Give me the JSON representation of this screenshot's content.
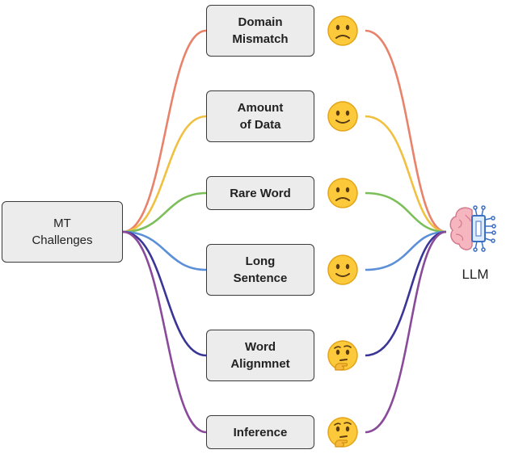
{
  "root": {
    "label": "MT\nChallenges"
  },
  "challenges": [
    {
      "label": "Domain\nMismatch",
      "emoji": "slightly-frowning-face-icon",
      "color": "#e8826a"
    },
    {
      "label": "Amount\nof Data",
      "emoji": "slightly-smiling-face-icon",
      "color": "#f0c040"
    },
    {
      "label": "Rare Word",
      "emoji": "slightly-frowning-face-icon",
      "color": "#7cbf5a"
    },
    {
      "label": "Long\nSentence",
      "emoji": "slightly-smiling-face-icon",
      "color": "#5b8fd8"
    },
    {
      "label": "Word\nAlignmnet",
      "emoji": "thinking-face-icon",
      "color": "#3a3596"
    },
    {
      "label": "Inference",
      "emoji": "thinking-face-icon",
      "color": "#8a4a9a"
    }
  ],
  "target": {
    "label": "LLM",
    "icon": "brain-chip-icon"
  }
}
